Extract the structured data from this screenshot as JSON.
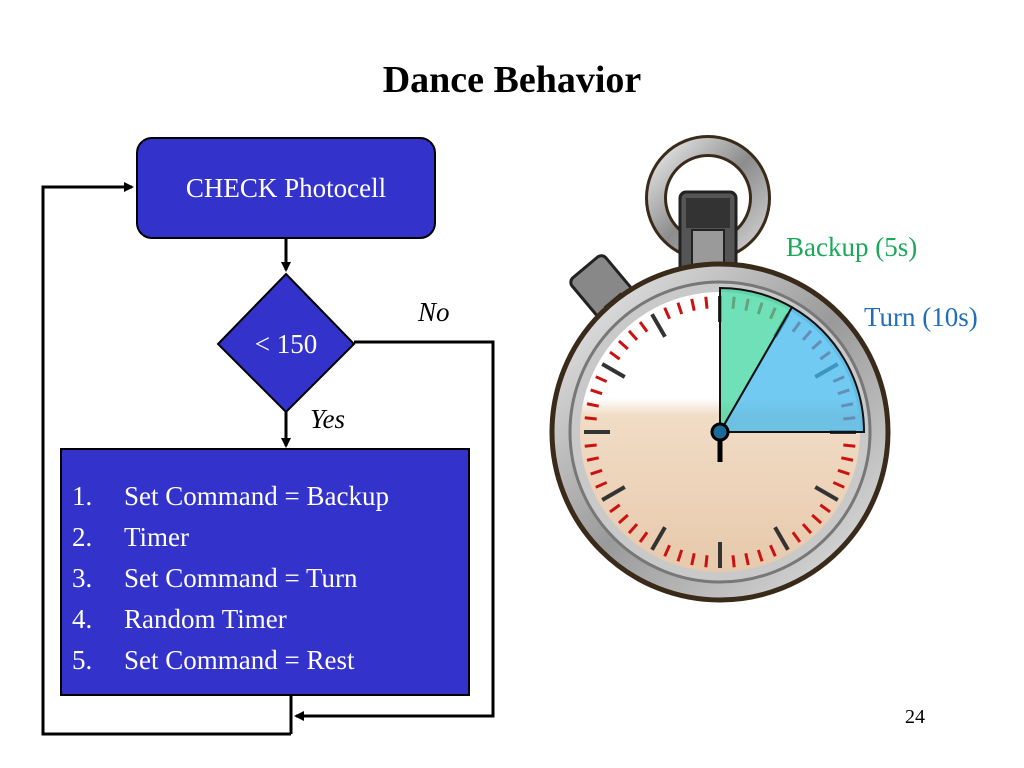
{
  "title": "Dance Behavior",
  "flowchart": {
    "check_box": "CHECK Photocell",
    "decision": "< 150",
    "no_label": "No",
    "yes_label": "Yes",
    "steps": [
      {
        "num": "1.",
        "text": "Set Command = Backup"
      },
      {
        "num": "2.",
        "text": "Timer"
      },
      {
        "num": "3.",
        "text": "Set Command = Turn"
      },
      {
        "num": "4.",
        "text": "Random Timer"
      },
      {
        "num": "5.",
        "text": "Set Command = Rest"
      }
    ]
  },
  "stopwatch": {
    "backup_label": "Backup (5s)",
    "turn_label": "Turn (10s)",
    "backup_color": "#1aa85a",
    "turn_color": "#1f6fb8",
    "backup_seconds": 5,
    "turn_seconds": 10
  },
  "colors": {
    "box_fill": "#3333cc",
    "box_text": "#ffffff"
  },
  "page_number": "24"
}
